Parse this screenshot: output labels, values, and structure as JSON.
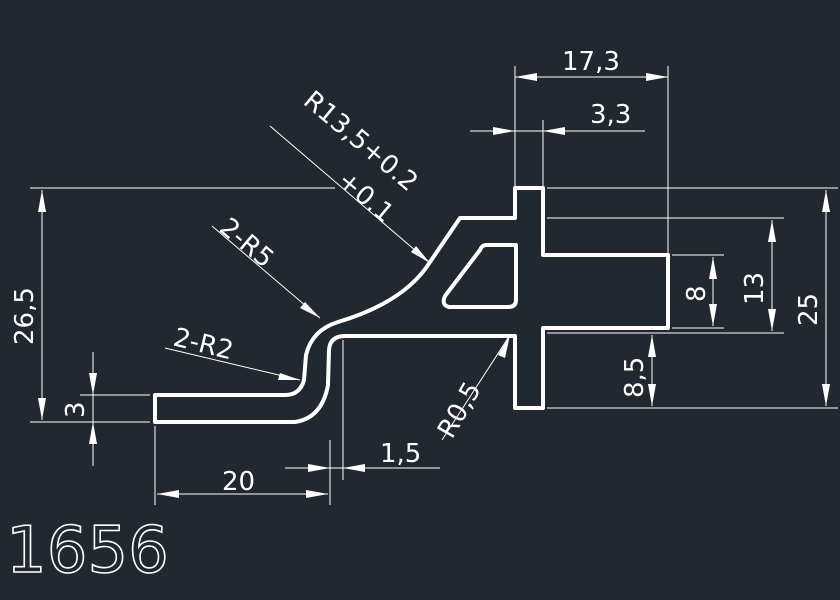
{
  "drawing": {
    "part_number": "1656",
    "colors": {
      "background": "#212830",
      "line": "#ffffff"
    },
    "dimensions": {
      "top_width": "17,3",
      "tab_width": "3,3",
      "big_radius": "R13,5+0.2",
      "big_radius_tol": "+0.1",
      "radius_r5": "2-R5",
      "radius_r2": "2-R2",
      "radius_r05": "R0,5",
      "overall_height": "26,5",
      "flange_thickness": "3",
      "flange_length": "20",
      "wall_thickness": "1,5",
      "inner_height": "8",
      "mid_height": "13",
      "total_height": "25",
      "lower_height": "8,5"
    }
  }
}
